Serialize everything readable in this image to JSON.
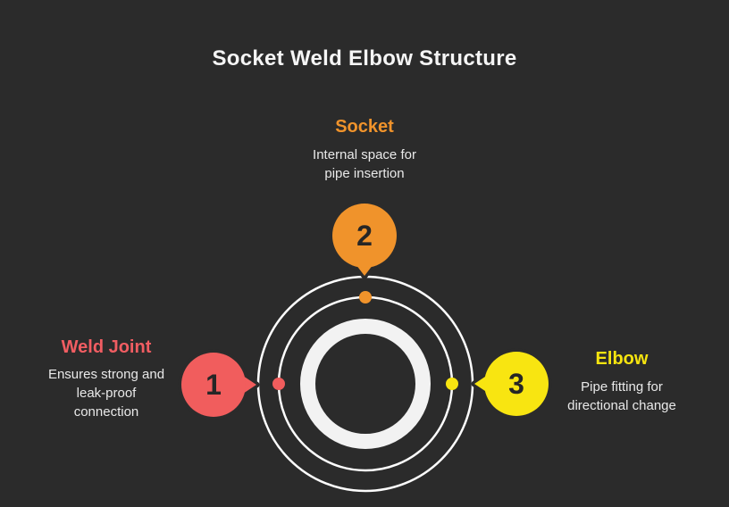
{
  "title": "Socket Weld Elbow Structure",
  "background_color": "#2b2b2b",
  "diagram": {
    "ring_color": "#f2f2f2",
    "guide_line_color": "#fdfdfd",
    "number_color": "#262626"
  },
  "items": [
    {
      "number": "1",
      "label": "Weld Joint",
      "desc_lines": [
        "Ensures strong and",
        "leak-proof",
        "connection"
      ],
      "color": "#f15d5d"
    },
    {
      "number": "2",
      "label": "Socket",
      "desc_lines": [
        "Internal space for",
        "pipe insertion"
      ],
      "color": "#f0932b"
    },
    {
      "number": "3",
      "label": "Elbow",
      "desc_lines": [
        "Pipe fitting for",
        "directional change"
      ],
      "color": "#f8e511"
    }
  ]
}
